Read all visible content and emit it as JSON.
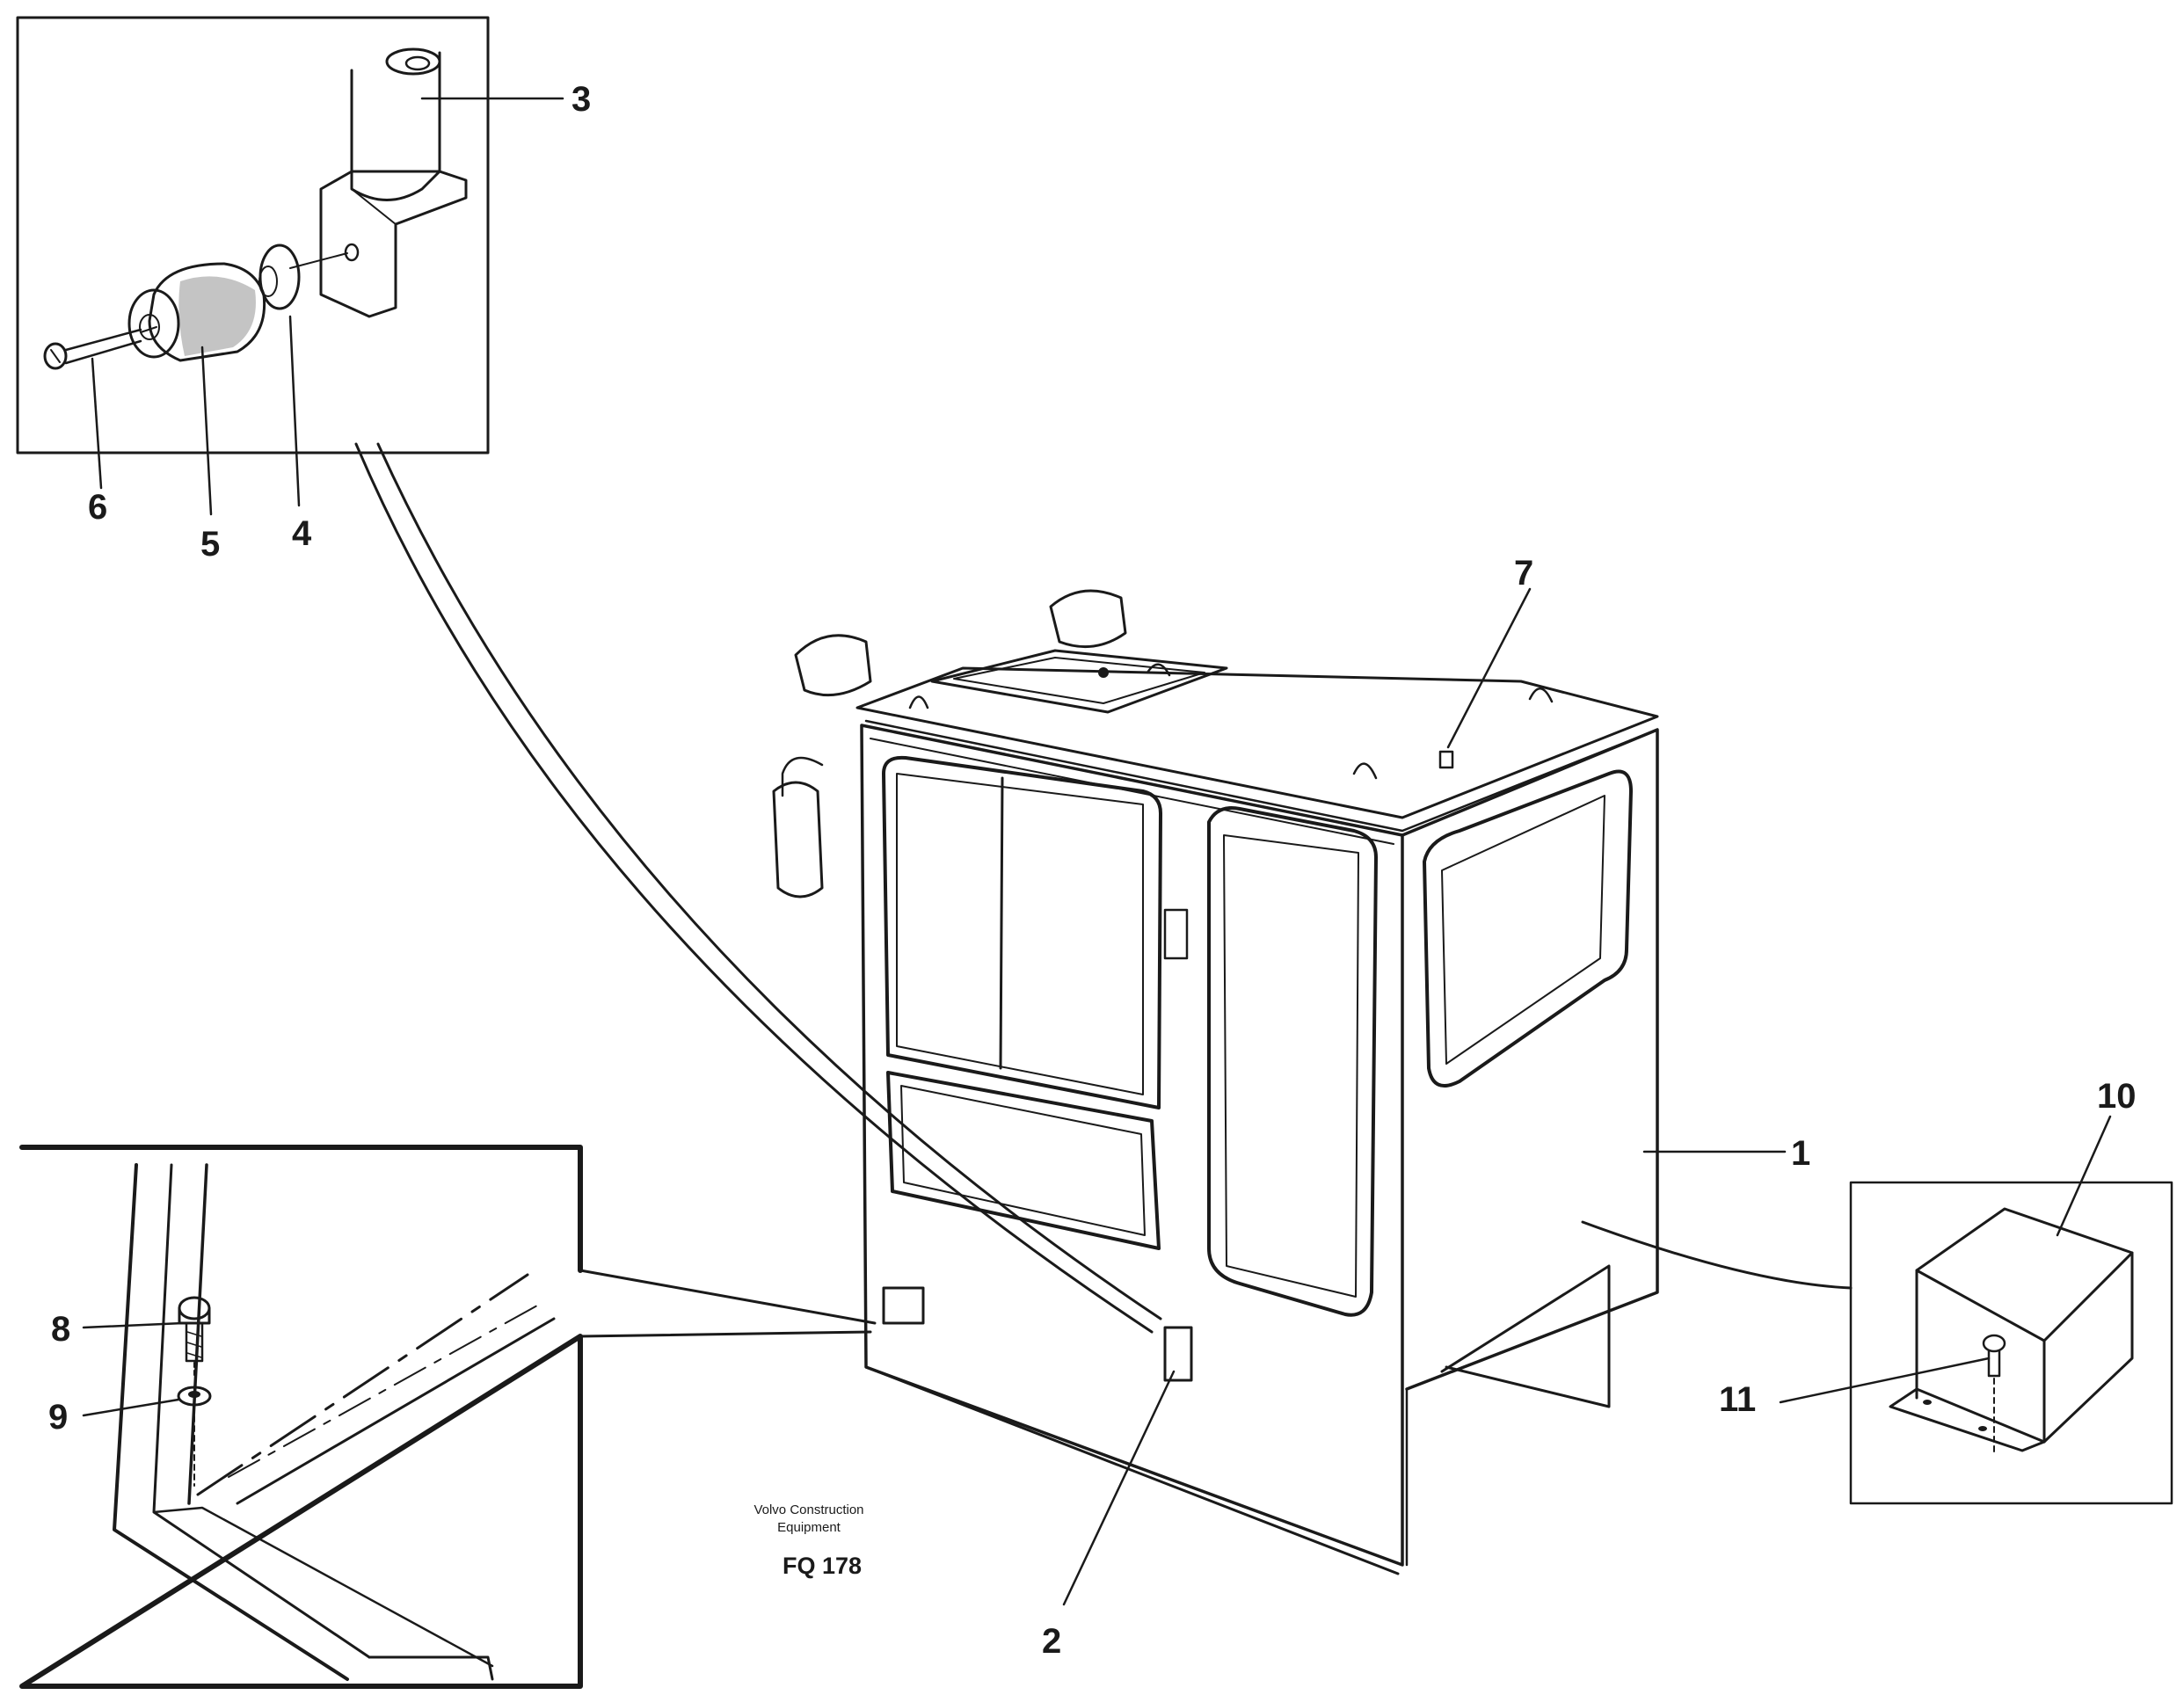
{
  "callouts": {
    "c1": "1",
    "c2": "2",
    "c3": "3",
    "c4": "4",
    "c5": "5",
    "c6": "6",
    "c7": "7",
    "c8": "8",
    "c9": "9",
    "c10": "10",
    "c11": "11"
  },
  "credit": {
    "line1": "Volvo Construction",
    "line2": "Equipment"
  },
  "figure_code": "FQ 178"
}
